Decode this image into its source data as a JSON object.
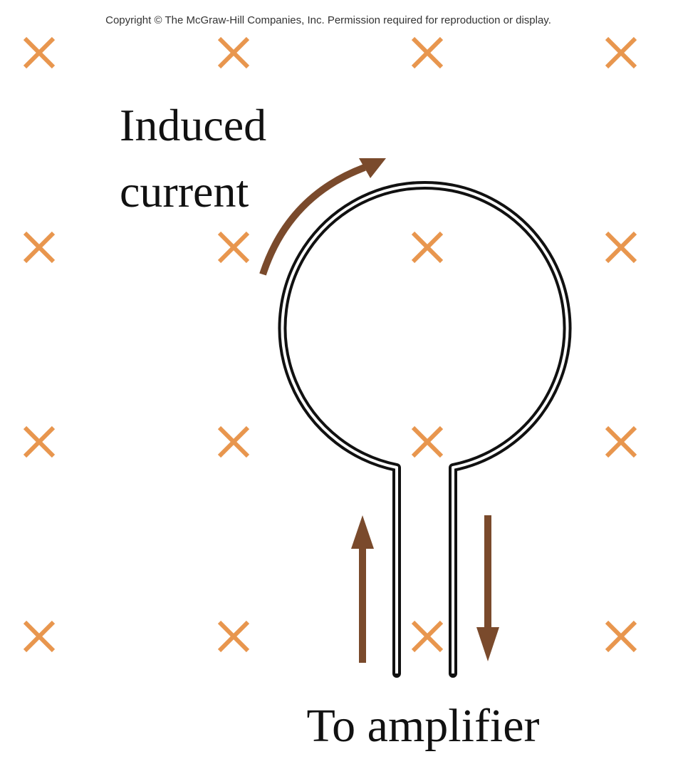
{
  "copyright": "Copyright © The McGraw-Hill Companies, Inc. Permission required for reproduction or display.",
  "labels": {
    "induced_line1": "Induced",
    "induced_line2": "current",
    "to_amplifier": "To amplifier"
  },
  "colors": {
    "field_marker": "#E8964E",
    "arrow": "#7A4A2C",
    "wire": "#111111",
    "background": "#FFFFFF"
  },
  "field": {
    "direction": "into page",
    "rows": 4,
    "columns": 4
  }
}
